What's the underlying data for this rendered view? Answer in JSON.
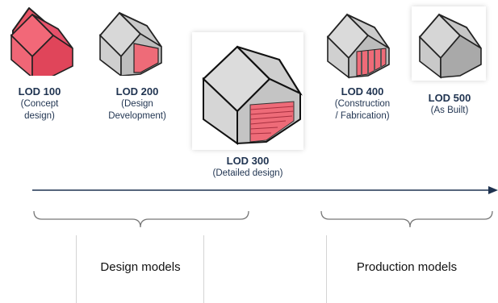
{
  "colors": {
    "accent_red": "#e04a5a",
    "red_fill": "#ee6b78",
    "gray_roof": "#d3d3d3",
    "gray_wall": "#c4c4c4",
    "gray_wall_dark": "#a9a9a9",
    "axis_navy": "#1f3350"
  },
  "lods": [
    {
      "title": "LOD 100",
      "desc_lines": [
        "(Concept",
        "design)"
      ],
      "icon": "red-house-icon"
    },
    {
      "title": "LOD 200",
      "desc_lines": [
        "(Design",
        "Development)"
      ],
      "icon": "partial-red-house-icon"
    },
    {
      "title": "LOD 300",
      "desc_lines": [
        "(Detailed design)"
      ],
      "icon": "garage-door-house-icon"
    },
    {
      "title": "LOD 400",
      "desc_lines": [
        "(Construction",
        "/ Fabrication)"
      ],
      "icon": "fabrication-house-icon"
    },
    {
      "title": "LOD 500",
      "desc_lines": [
        "(As Built)"
      ],
      "icon": "gray-house-icon"
    }
  ],
  "groups": [
    {
      "label": "Design models"
    },
    {
      "label": "Production models"
    }
  ]
}
